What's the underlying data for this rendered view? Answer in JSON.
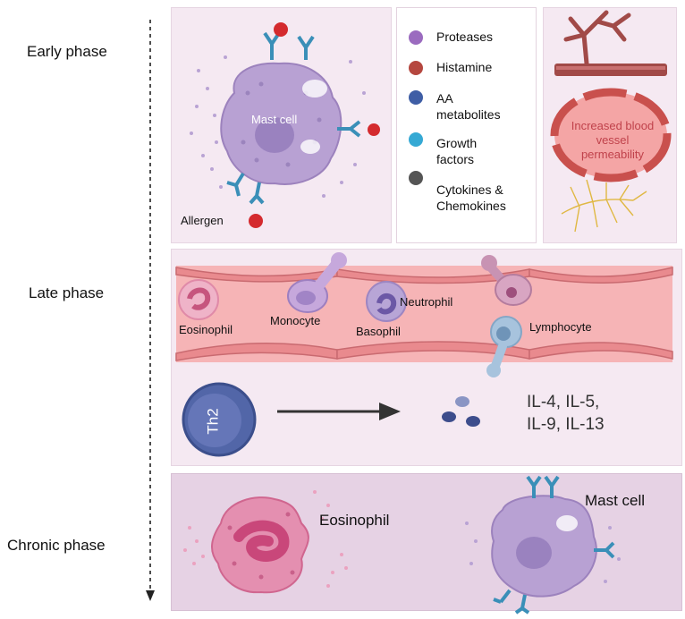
{
  "phases": {
    "early": "Early phase",
    "late": "Late phase",
    "chronic": "Chronic phase"
  },
  "early_panel": {
    "mast_cell_label": "Mast cell",
    "allergen_label": "Allergen"
  },
  "legend": {
    "items": [
      {
        "label": "Proteases",
        "color": "#9b6bbf"
      },
      {
        "label": "Histamine",
        "color": "#b5473f"
      },
      {
        "label": "AA metabolites",
        "color": "#3f5ea5"
      },
      {
        "label": "Growth factors",
        "color": "#35a9d4"
      },
      {
        "label": "Cytokines & Chemokines",
        "color": "#555555"
      }
    ]
  },
  "vessel_panel": {
    "permeability_label": "Increased blood vessel permeability"
  },
  "late_panel": {
    "cells": [
      "Eosinophil",
      "Monocyte",
      "Basophil",
      "Neutrophil",
      "Lymphocyte"
    ],
    "th2_label": "Th2",
    "interleukins_line1": "IL-4, IL-5,",
    "interleukins_line2": "IL-9, IL-13"
  },
  "chronic_panel": {
    "eosinophil_label": "Eosinophil",
    "mast_cell_label": "Mast cell"
  },
  "colors": {
    "panel_bg": "#f5e9f2",
    "chronic_bg": "#e6d2e4",
    "mast_cell": "#b8a1d3",
    "vessel": "#f1a7a7",
    "th2": "#5266a8",
    "eosinophil": "#e48fb0"
  }
}
